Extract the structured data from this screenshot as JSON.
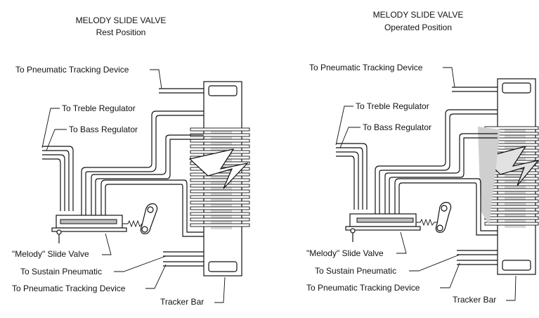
{
  "left": {
    "title": "MELODY SLIDE VALVE",
    "subtitle": "Rest Position",
    "labels": {
      "pneumatic_tracking_top": "To Pneumatic Tracking Device",
      "treble_regulator": "To Treble Regulator",
      "bass_regulator": "To Bass Regulator",
      "melody_slide_valve": "\"Melody\" Slide Valve",
      "sustain_pneumatic": "To Sustain Pneumatic",
      "pneumatic_tracking_bottom": "To Pneumatic Tracking Device",
      "tracker_bar": "Tracker Bar"
    }
  },
  "right": {
    "title": "MELODY SLIDE VALVE",
    "subtitle": "Operated Position",
    "labels": {
      "pneumatic_tracking_top": "To Pneumatic Tracking Device",
      "treble_regulator": "To Treble Regulator",
      "bass_regulator": "To Bass Regulator",
      "melody_slide_valve": "\"Melody\" Slide Valve",
      "sustain_pneumatic": "To Sustain Pneumatic",
      "pneumatic_tracking_bottom": "To Pneumatic Tracking Device",
      "tracker_bar": "Tracker Bar"
    }
  }
}
